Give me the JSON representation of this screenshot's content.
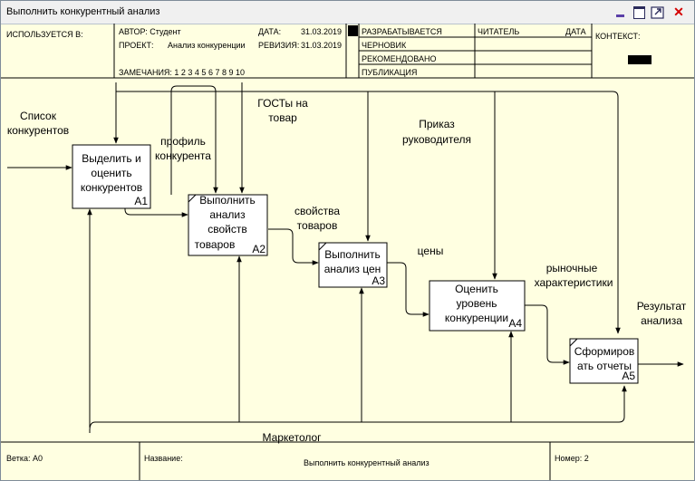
{
  "window": {
    "title": "Выполнить конкурентный анализ",
    "icons": [
      "minimize-icon",
      "maximize-icon",
      "restore-icon",
      "close-icon"
    ],
    "close_glyph": "✕"
  },
  "header": {
    "used_at": "ИСПОЛЬЗУЕТСЯ В:",
    "author": "АВТОР: Студент",
    "date_label": "ДАТА:",
    "date_value": "31.03.2019",
    "project_label": "ПРОЕКТ:",
    "project_value": "Анализ конкуренции",
    "revision_label": "РЕВИЗИЯ:",
    "revision_value": "31.03.2019",
    "notes": "ЗАМЕЧАНИЯ:  1  2  3  4  5  6  7  8  9  10",
    "status_working": "РАЗРАБАТЫВАЕТСЯ",
    "status_draft": "ЧЕРНОВИК",
    "status_recommended": "РЕКОМЕНДОВАНО",
    "status_publication": "ПУБЛИКАЦИЯ",
    "reader": "ЧИТАТЕЛЬ",
    "reader_date": "ДАТА",
    "context": "КОНТЕКСТ:"
  },
  "footer": {
    "node": "Ветка:  A0",
    "name_label": "Название:",
    "name_value": "Выполнить конкурентный анализ",
    "number": "Номер: 2"
  },
  "boxes": [
    {
      "lines": [
        "Выделить и",
        "оценить",
        "конкурентов"
      ],
      "id": "A1"
    },
    {
      "lines": [
        "Выполнить",
        "анализ",
        "свойств",
        "товаров"
      ],
      "id": "A2"
    },
    {
      "lines": [
        "Выполнить",
        "анализ цен"
      ],
      "id": "A3"
    },
    {
      "lines": [
        "Оценить",
        "уровень",
        "конкуренции"
      ],
      "id": "A4"
    },
    {
      "lines": [
        "Сформиров",
        "ать отчеты"
      ],
      "id": "A5"
    }
  ],
  "arrow_labels": {
    "competitors_list": [
      "Список",
      "конкурентов"
    ],
    "competitor_profile": [
      "профиль",
      "конкурента"
    ],
    "gost": [
      "ГОСТы на",
      "товар"
    ],
    "product_properties": [
      "свойства",
      "товаров"
    ],
    "manager_order": [
      "Приказ",
      "руководителя"
    ],
    "prices": [
      "цены"
    ],
    "market_characteristics": [
      "рыночные",
      "характеристики"
    ],
    "analysis_result": [
      "Результат",
      "анализа"
    ],
    "marketer": [
      "Маркетолог"
    ]
  },
  "colors": {
    "background": "#ffffe1",
    "box_fill": "#ffffff",
    "line": "#000000",
    "titlebar": "#f0f0f0"
  }
}
